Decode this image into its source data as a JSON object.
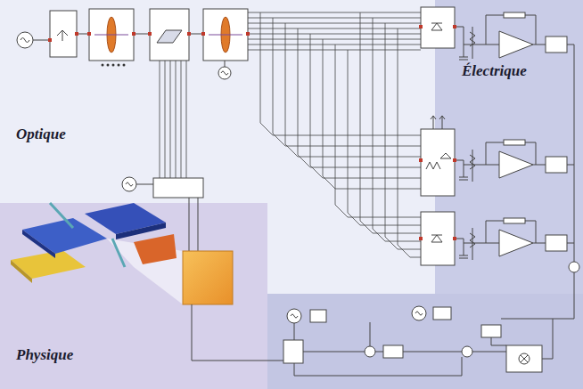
{
  "diagram": {
    "nodes": [
      {
        "text": [
          "Électrique"
        ]
      },
      {
        "text": [
          "Optique"
        ]
      },
      {
        "text": [
          "Physique"
        ]
      }
    ]
  }
}
